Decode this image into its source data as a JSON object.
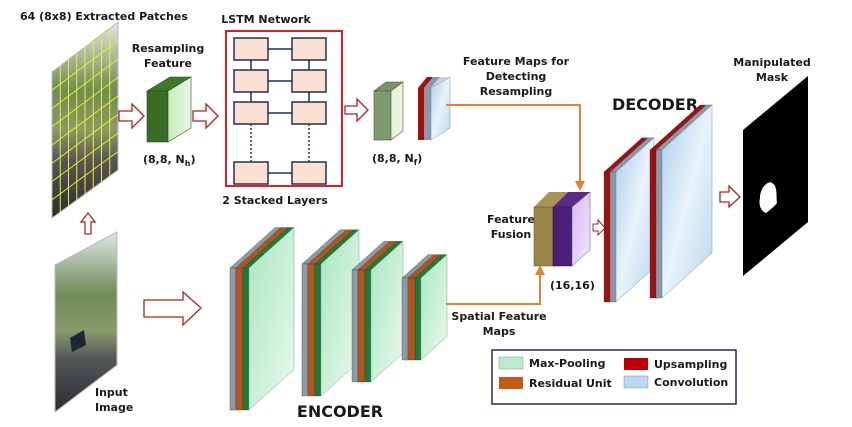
{
  "diagram": {
    "title_patches": "64 (8x8) Extracted Patches",
    "resampling_feature": {
      "line1": "Resampling",
      "line2": "Feature",
      "dims": "(8,8, N",
      "dims_sub": "h",
      "dims_close": ")"
    },
    "lstm": {
      "title": "LSTM Network",
      "caption": "2 Stacked Layers"
    },
    "feature_maps": {
      "dims": "(8,8, N",
      "dims_sub": "f",
      "dims_close": ")",
      "line1": "Feature Maps for",
      "line2": "Detecting",
      "line3": "Resampling"
    },
    "input_image": {
      "line1": "Input",
      "line2": "Image"
    },
    "encoder_label": "ENCODER",
    "spatial_maps": {
      "line1": "Spatial Feature",
      "line2": "Maps"
    },
    "fusion": {
      "line1": "Feature",
      "line2": "Fusion",
      "dims": "(16,16)"
    },
    "decoder_label": "DECODER",
    "mask": {
      "line1": "Manipulated",
      "line2": "Mask"
    },
    "legend": {
      "items": [
        {
          "label": "Max-Pooling",
          "color": "#bfe8cf"
        },
        {
          "label": "Residual Unit",
          "color": "#c55a11"
        },
        {
          "label": "Upsampling",
          "color": "#c00000"
        },
        {
          "label": "Convolution",
          "color": "#bcd5f0"
        }
      ]
    },
    "colors": {
      "arrow_outline": "#b22222",
      "flow_line": "#ed7d31",
      "lstm_border": "#e02020",
      "lstm_cell": "#fbe0d2",
      "lstm_cell_border": "#1f2f5a"
    }
  }
}
